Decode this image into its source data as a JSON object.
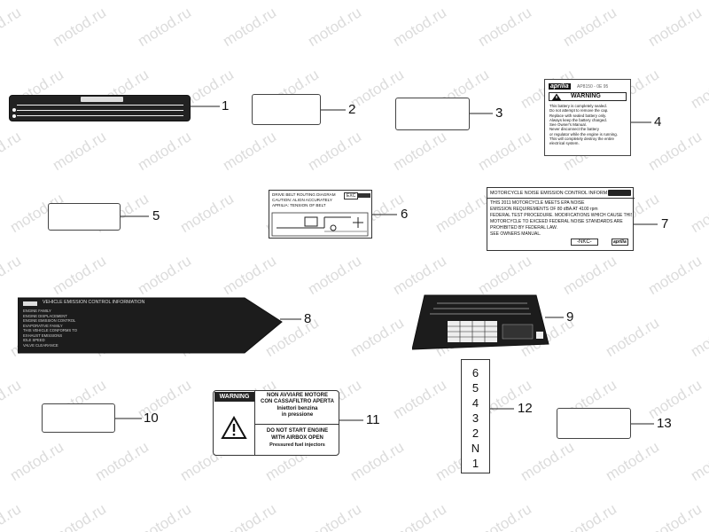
{
  "watermark": "motod.ru",
  "callouts": [
    "1",
    "2",
    "3",
    "4",
    "5",
    "6",
    "7",
    "8",
    "9",
    "10",
    "11",
    "12",
    "13"
  ],
  "decal4": {
    "brand": "aprilia",
    "code": "AP8150 - 0E 95",
    "header": "WARNING",
    "lines": [
      "This battery is completely sealed.",
      "Do not attempt to remove the cap.",
      "Replace with sealed battery only.",
      "Always keep the battery charged.",
      "See Owner's Manual.",
      "Never disconnect the battery",
      "or regulator while the engine is running.",
      "This will completely destroy the entire",
      "electrical system."
    ]
  },
  "decal6": {
    "lines": [
      "DRIVE BELT ROUTING DIAGRAM",
      "CAUTION: ALIGN ACCURATELY",
      "APRILIA: TENSION OF BELT"
    ],
    "badge": "EXC"
  },
  "decal7": {
    "header": "MOTORCYCLE NOISE EMISSION CONTROL INFORMATION",
    "lines": [
      "THIS 2011 MOTORCYCLE MEETS EPA NOISE",
      "EMISSION REQUIREMENTS OF 80 dBA AT 4100 rpm",
      "FEDERAL TEST PROCEDURE. MODIFICATIONS WHICH CAUSE THIS",
      "MOTORCYCLE TO EXCEED FEDERAL NOISE STANDARDS ARE",
      "PROHIBITED BY FEDERAL LAW.",
      "SEE OWNERS MANUAL."
    ],
    "code": "-NKC-",
    "brand": "aprilia"
  },
  "decal8": {
    "header": "VEHICLE EMISSION CONTROL INFORMATION",
    "lines": [
      "ENGINE FAMILY",
      "ENGINE DISPLACEMENT",
      "ENGINE EMISSION CONTROL",
      "EVAPORATIVE FAMILY",
      "THIS VEHICLE CONFORMS TO",
      "EXHAUST EMISSIONS",
      "IDLE SPEED",
      "VALVE CLEARANCE"
    ]
  },
  "decal11": {
    "warning": "WARNING",
    "it_line1": "NON AVVIARE MOTORE",
    "it_line2": "CON CASSAFILTRO APERTA",
    "it_line3": "Iniettori benzina",
    "it_line4": "in pressione",
    "en_line1": "DO NOT START ENGINE",
    "en_line2": "WITH AIRBOX OPEN",
    "en_line3": "Pressured fuel injectors"
  },
  "decal12": {
    "gears": [
      "6",
      "5",
      "4",
      "3",
      "2",
      "N",
      "1"
    ]
  }
}
